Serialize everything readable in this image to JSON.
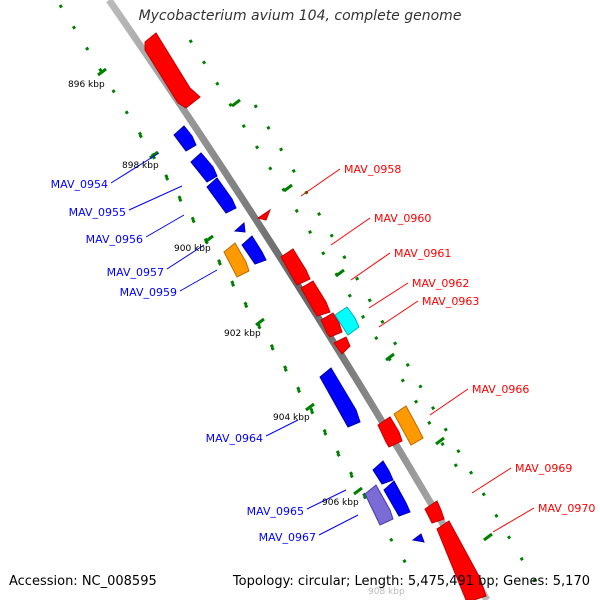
{
  "title": "Mycobacterium avium 104, complete genome",
  "footer": {
    "accession": "Accession: NC_008595",
    "topology": "Topology: circular; Length: 5,475,491 bp; Genes: 5,170"
  },
  "colors": {
    "forward_gene": "#ff0000",
    "reverse_gene": "#0000ff",
    "highlight_orange": "#ff9900",
    "highlight_cyan": "#00ffff",
    "highlight_purple": "#7b6bd6",
    "tick": "#008000",
    "backbone": "#888888"
  },
  "scale_labels": [
    "896 kbp",
    "898 kbp",
    "900 kbp",
    "902 kbp",
    "904 kbp",
    "906 kbp",
    "908 kbp"
  ],
  "forward_labels": [
    "MAV_0958",
    "MAV_0960",
    "MAV_0961",
    "MAV_0962",
    "MAV_0963",
    "MAV_0966",
    "MAV_0969",
    "MAV_0970"
  ],
  "reverse_labels": [
    "MAV_0954",
    "MAV_0955",
    "MAV_0956",
    "MAV_0957",
    "MAV_0959",
    "MAV_0964",
    "MAV_0965",
    "MAV_0967"
  ]
}
